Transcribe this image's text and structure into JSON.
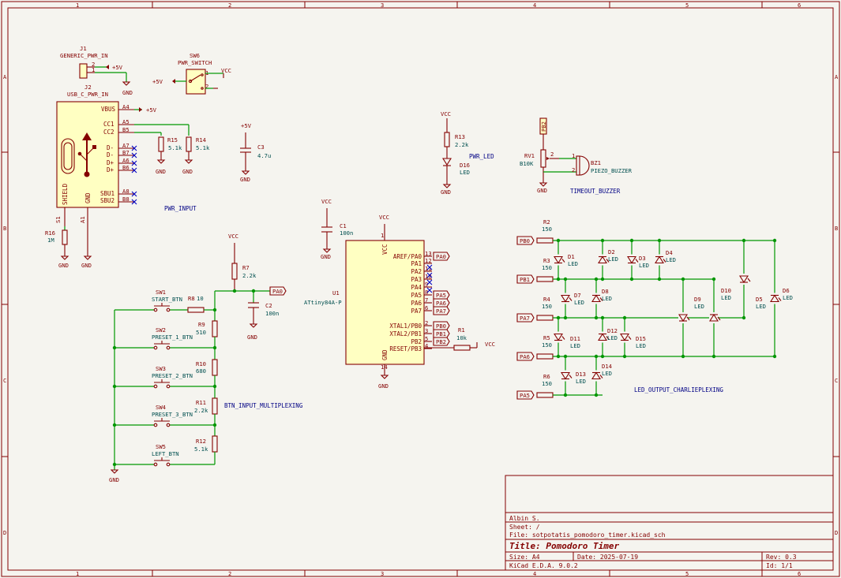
{
  "frame": {
    "columns": [
      "1",
      "2",
      "3",
      "4",
      "5",
      "6"
    ],
    "rows": [
      "A",
      "B",
      "C",
      "D"
    ]
  },
  "title_block": {
    "company": "Albin S.",
    "sheet": "Sheet: /",
    "file": "File: sotpotatis_pomodoro_timer.kicad_sch",
    "title": "Title: Pomodoro Timer",
    "size": "Size: A4",
    "date": "Date: 2025-07-19",
    "rev": "Rev: 0.3",
    "tool": "KiCad E.D.A. 9.0.2",
    "id": "Id: 1/1"
  },
  "power": {
    "plus5v": "+5V",
    "gnd": "GND",
    "vcc": "VCC"
  },
  "components": {
    "j1": {
      "ref": "J1",
      "value": "GENERIC_PWR_IN"
    },
    "sw6": {
      "ref": "SW6",
      "value": "PWR_SWITCH"
    },
    "j2": {
      "ref": "J2",
      "value": "USB_C_PWR_IN"
    },
    "r15": {
      "ref": "R15",
      "value": "5.1k"
    },
    "r14": {
      "ref": "R14",
      "value": "5.1k"
    },
    "c3": {
      "ref": "C3",
      "value": "4.7u"
    },
    "r13": {
      "ref": "R13",
      "value": "2.2k"
    },
    "d16": {
      "ref": "D16",
      "value": "LED"
    },
    "rv1": {
      "ref": "RV1",
      "value": "B10K"
    },
    "bz1": {
      "ref": "BZ1",
      "value": "PIEZO_BUZZER"
    },
    "r16": {
      "ref": "R16",
      "value": "1M"
    },
    "c1": {
      "ref": "C1",
      "value": "100n"
    },
    "u1": {
      "ref": "U1",
      "value": "ATtiny84A-P"
    },
    "r7": {
      "ref": "R7",
      "value": "2.2k"
    },
    "c2": {
      "ref": "C2",
      "value": "100n"
    },
    "r8": {
      "ref": "R8",
      "value": "10"
    },
    "r9": {
      "ref": "R9",
      "value": "510"
    },
    "r10": {
      "ref": "R10",
      "value": "680"
    },
    "r11": {
      "ref": "R11",
      "value": "2.2k"
    },
    "r12": {
      "ref": "R12",
      "value": "5.1k"
    },
    "r1": {
      "ref": "R1",
      "value": "10k"
    },
    "r2": {
      "ref": "R2",
      "value": "150"
    },
    "r3": {
      "ref": "R3",
      "value": "150"
    },
    "r4": {
      "ref": "R4",
      "value": "150"
    },
    "r5": {
      "ref": "R5",
      "value": "150"
    },
    "r6": {
      "ref": "R6",
      "value": "150"
    },
    "sw1": {
      "ref": "SW1",
      "value": "START_BTN"
    },
    "sw2": {
      "ref": "SW2",
      "value": "PRESET_1_BTN"
    },
    "sw3": {
      "ref": "SW3",
      "value": "PRESET_2_BTN"
    },
    "sw4": {
      "ref": "SW4",
      "value": "PRESET_3_BTN"
    },
    "sw5": {
      "ref": "SW5",
      "value": "LEFT_BTN"
    }
  },
  "leds": {
    "d1": "D1",
    "d2": "D2",
    "d3": "D3",
    "d4": "D4",
    "d5": "D5",
    "d6": "D6",
    "d7": "D7",
    "d8": "D8",
    "d9": "D9",
    "d10": "D10",
    "d11": "D11",
    "d12": "D12",
    "d13": "D13",
    "d14": "D14",
    "d15": "D15",
    "value": "LED"
  },
  "j2_pins": {
    "vbus": "VBUS",
    "cc1": "CC1",
    "cc2": "CC2",
    "dm": "D-",
    "dp": "D+",
    "sbu1": "SBU1",
    "sbu2": "SBU2",
    "shield": "SHIELD",
    "gnd": "GND",
    "a4": "A4",
    "a5": "A5",
    "b5": "B5",
    "a7": "A7",
    "b7": "B7",
    "a6": "A6",
    "b6": "B6",
    "a8": "A8",
    "b8": "B8",
    "s1": "S1",
    "a1": "A1"
  },
  "u1_pins": {
    "vcc": "VCC",
    "gnd": "GND",
    "names": [
      "AREF/PA0",
      "PA1",
      "PA2",
      "PA3",
      "PA4",
      "PA5",
      "PA6",
      "PA7",
      "XTAL1/PB0",
      "XTAL2/PB1",
      "PB2",
      "RESET/PB3"
    ],
    "numbers": [
      "13",
      "12",
      "11",
      "10",
      "9",
      "8",
      "7",
      "6",
      "2",
      "3",
      "5",
      "4"
    ],
    "vcc_num": "1",
    "gnd_num": "14"
  },
  "labels": {
    "pwr_input": "PWR_INPUT",
    "pwr_led": "PWR_LED",
    "timeout_buzzer": "TIMEOUT_BUZZER",
    "btn_input": "BTN_INPUT_MULTIPLEXING",
    "led_output": "LED_OUTPUT_CHARLIEPLEXING"
  },
  "nets": {
    "pa0": "PA0",
    "pa5": "PA5",
    "pa6": "PA6",
    "pa7": "PA7",
    "pb0": "PB0",
    "pb1": "PB1",
    "pb2": "PB2"
  }
}
